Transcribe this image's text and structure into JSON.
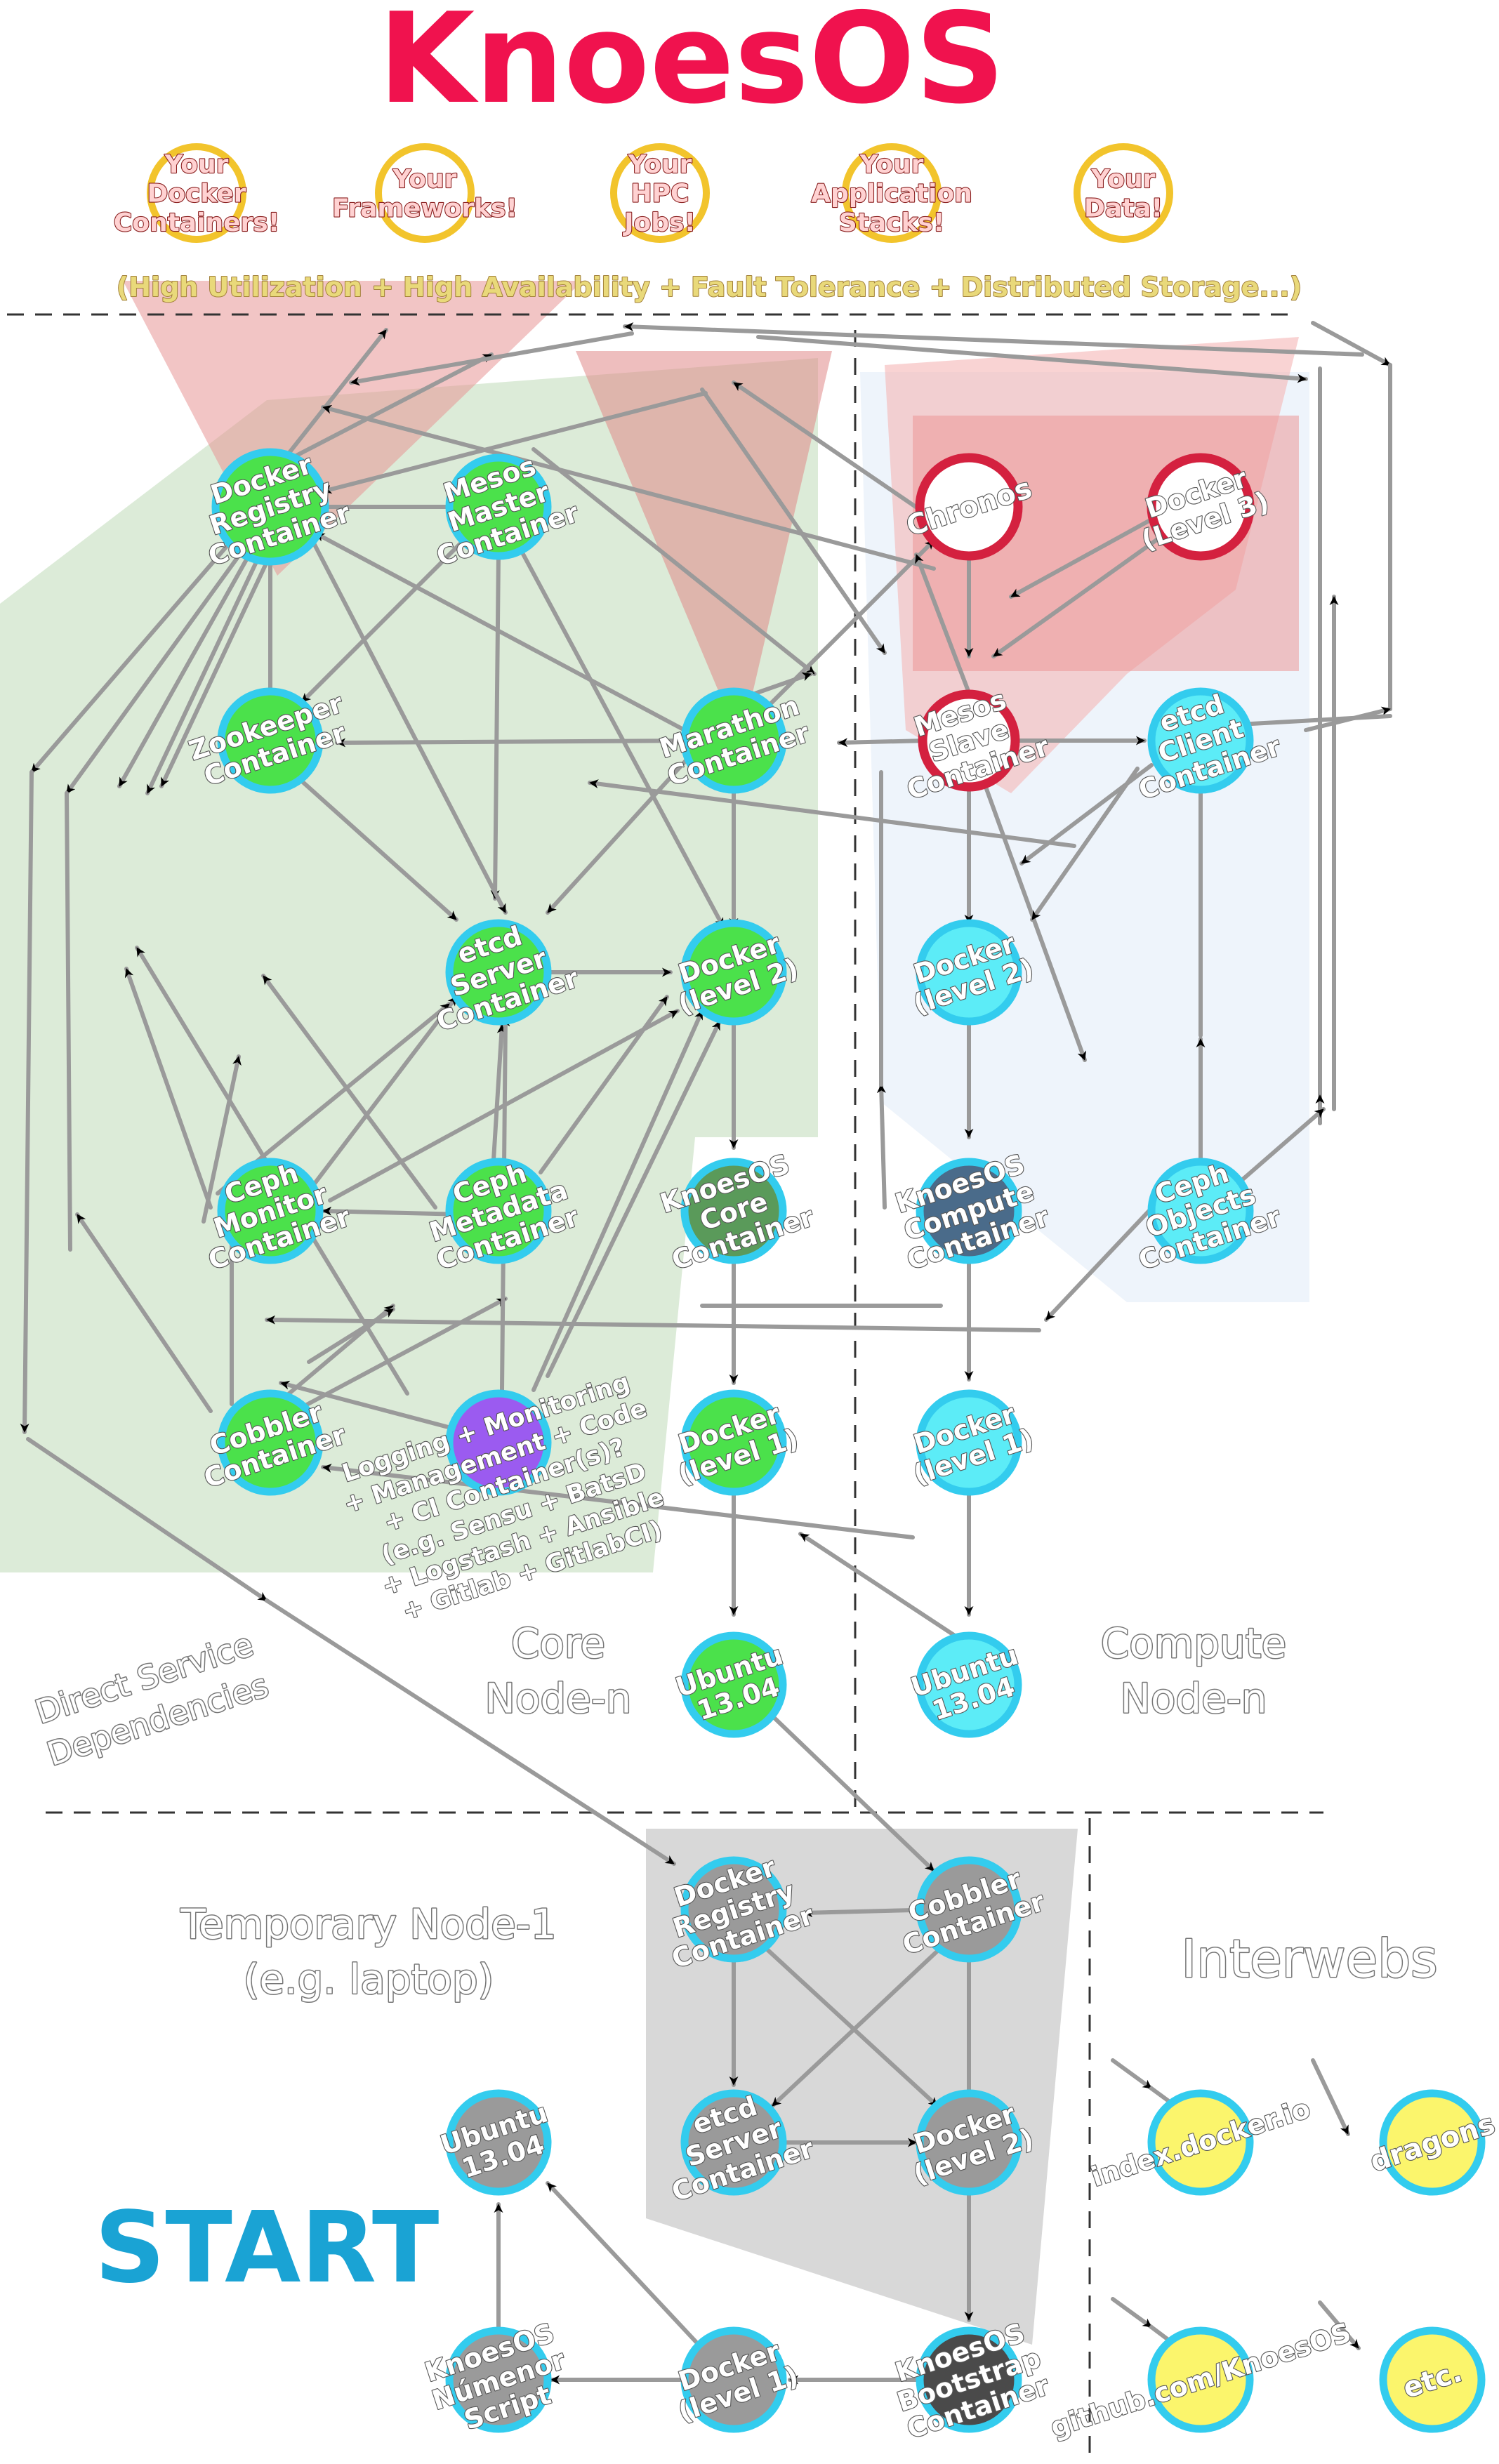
{
  "title": "KnoesOS",
  "start_label": "START",
  "offerings": [
    {
      "lines": [
        "Your",
        "Docker",
        "Containers!"
      ]
    },
    {
      "lines": [
        "Your",
        "Frameworks!"
      ]
    },
    {
      "lines": [
        "Your",
        "HPC",
        "Jobs!"
      ]
    },
    {
      "lines": [
        "Your",
        "Application",
        "Stacks!"
      ]
    },
    {
      "lines": [
        "Your",
        "Data!"
      ]
    }
  ],
  "tagline": "(High Utilization + High Availability + Fault Tolerance + Distributed Storage...)",
  "zones": {
    "core": [
      "Core",
      "Node-n"
    ],
    "compute": [
      "Compute",
      "Node-n"
    ],
    "temporary": [
      "Temporary Node-1",
      "(e.g. laptop)"
    ],
    "interwebs": [
      "Interwebs"
    ],
    "dependencies": [
      "Direct Service",
      "Dependencies"
    ]
  },
  "logging_note": [
    "Logging + Monitoring",
    "+ Management + Code",
    "+ CI Container(s)?",
    "(e.g. Sensu + BatsD",
    "+ Logstash + Ansible",
    "+ Gitlab + GitlabCI)"
  ],
  "colors": {
    "title": "#f0124e",
    "start": "#1aa3d4",
    "green": "#4be14b",
    "cyan": "#5cecf7",
    "ring": "#33ccee",
    "red_ring": "#d4213f",
    "purple": "#9b5bf0",
    "gray": "#9a9a9a",
    "steel": "#4a6b8a",
    "darkgreen": "#5a9a5a",
    "yellow": "#fbf56c",
    "gold_ring": "#f2c42c",
    "edge": "#9a9a9a"
  },
  "nodes": [
    {
      "id": "core-docker-registry",
      "lines": [
        "Docker",
        "Registry",
        "Container"
      ],
      "fill": "green"
    },
    {
      "id": "core-mesos-master",
      "lines": [
        "Mesos",
        "Master",
        "Container"
      ],
      "fill": "green"
    },
    {
      "id": "core-zookeeper",
      "lines": [
        "Zookeeper",
        "Container"
      ],
      "fill": "green"
    },
    {
      "id": "core-marathon",
      "lines": [
        "Marathon",
        "Container"
      ],
      "fill": "green"
    },
    {
      "id": "core-etcd-server",
      "lines": [
        "etcd",
        "Server",
        "Container"
      ],
      "fill": "green"
    },
    {
      "id": "core-docker-level2",
      "lines": [
        "Docker",
        "(level 2)"
      ],
      "fill": "green"
    },
    {
      "id": "core-ceph-monitor",
      "lines": [
        "Ceph",
        "Monitor",
        "Container"
      ],
      "fill": "green"
    },
    {
      "id": "core-ceph-metadata",
      "lines": [
        "Ceph",
        "Metadata",
        "Container"
      ],
      "fill": "green"
    },
    {
      "id": "core-knoesos-core",
      "lines": [
        "KnoesOS",
        "Core",
        "Container"
      ],
      "fill": "darkgreen"
    },
    {
      "id": "core-cobbler",
      "lines": [
        "Cobbler",
        "Container"
      ],
      "fill": "green"
    },
    {
      "id": "core-logging",
      "lines": [],
      "fill": "purple"
    },
    {
      "id": "core-docker-level1",
      "lines": [
        "Docker",
        "(level 1)"
      ],
      "fill": "green"
    },
    {
      "id": "core-ubuntu",
      "lines": [
        "Ubuntu",
        "13.04"
      ],
      "fill": "green"
    },
    {
      "id": "compute-chronos",
      "lines": [
        "Chronos"
      ],
      "fill": "white"
    },
    {
      "id": "compute-docker-level3",
      "lines": [
        "Docker",
        "(Level 3)"
      ],
      "fill": "white"
    },
    {
      "id": "compute-mesos-slave",
      "lines": [
        "Mesos",
        "Slave",
        "Container"
      ],
      "fill": "white"
    },
    {
      "id": "compute-etcd-client",
      "lines": [
        "etcd",
        "Client",
        "Container"
      ],
      "fill": "cyan"
    },
    {
      "id": "compute-docker-level2",
      "lines": [
        "Docker",
        "(level 2)"
      ],
      "fill": "cyan"
    },
    {
      "id": "compute-knoesos-compute",
      "lines": [
        "KnoesOS",
        "Compute",
        "Container"
      ],
      "fill": "steel"
    },
    {
      "id": "compute-ceph-objects",
      "lines": [
        "Ceph",
        "Objects",
        "Container"
      ],
      "fill": "cyan"
    },
    {
      "id": "compute-docker-level1",
      "lines": [
        "Docker",
        "(level 1)"
      ],
      "fill": "cyan"
    },
    {
      "id": "compute-ubuntu",
      "lines": [
        "Ubuntu",
        "13.04"
      ],
      "fill": "cyan"
    },
    {
      "id": "temp-docker-registry",
      "lines": [
        "Docker",
        "Registry",
        "Container"
      ],
      "fill": "gray"
    },
    {
      "id": "temp-cobbler",
      "lines": [
        "Cobbler",
        "Container"
      ],
      "fill": "gray"
    },
    {
      "id": "temp-etcd-server",
      "lines": [
        "etcd",
        "Server",
        "Container"
      ],
      "fill": "gray"
    },
    {
      "id": "temp-docker-level2",
      "lines": [
        "Docker",
        "(level 2)"
      ],
      "fill": "gray"
    },
    {
      "id": "temp-ubuntu",
      "lines": [
        "Ubuntu",
        "13.04"
      ],
      "fill": "gray"
    },
    {
      "id": "temp-knoesos-numenor",
      "lines": [
        "KnoesOS",
        "Númenor",
        "Script"
      ],
      "fill": "gray"
    },
    {
      "id": "temp-docker-level1",
      "lines": [
        "Docker",
        "(level 1)"
      ],
      "fill": "gray"
    },
    {
      "id": "temp-knoesos-bootstrap",
      "lines": [
        "KnoesOS",
        "Bootstrap",
        "Container"
      ],
      "fill": "gray"
    },
    {
      "id": "web-docker-index",
      "lines": [
        "index.docker.io"
      ],
      "fill": "yellow"
    },
    {
      "id": "web-dragons",
      "lines": [
        "dragons"
      ],
      "fill": "yellow"
    },
    {
      "id": "web-github",
      "lines": [
        "github.com/KnoesOS"
      ],
      "fill": "yellow"
    },
    {
      "id": "web-etc",
      "lines": [
        "etc."
      ],
      "fill": "yellow"
    }
  ]
}
